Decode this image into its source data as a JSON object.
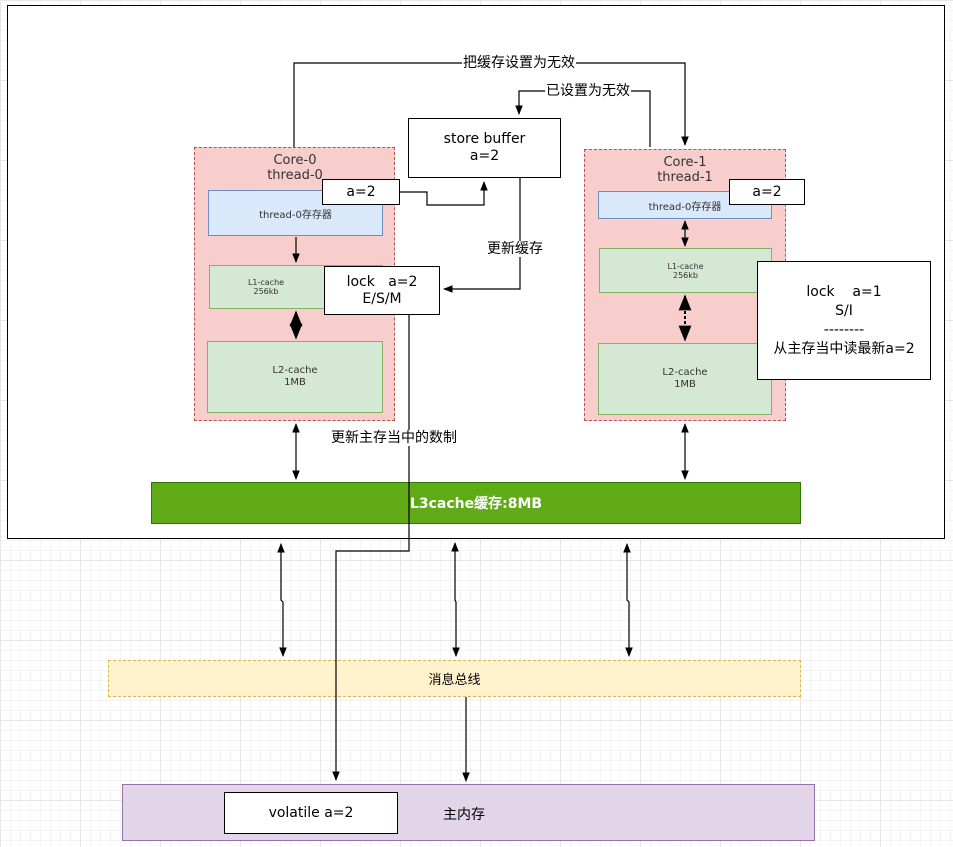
{
  "core0": {
    "title_line1": "Core-0",
    "title_line2": "thread-0",
    "register_label": "thread-0存存器",
    "register_value": "a=2",
    "l1_line1": "L1-cache",
    "l1_line2": "256kb",
    "l1_state_line1": "lock   a=2",
    "l1_state_line2": "E/S/M",
    "l2_line1": "L2-cache",
    "l2_line2": "1MB"
  },
  "core1": {
    "title_line1": "Core-1",
    "title_line2": "thread-1",
    "register_label": "thread-0存存器",
    "register_value": "a=2",
    "l1_line1": "L1-cache",
    "l1_line2": "256kb",
    "l2_line1": "L2-cache",
    "l2_line2": "1MB",
    "note_line1": "lock    a=1",
    "note_line2": "S/I",
    "note_line3": "--------",
    "note_line4": "从主存当中读最新a=2"
  },
  "store_buffer": {
    "line1": "store buffer",
    "line2": "a=2"
  },
  "labels": {
    "invalidate": "把缓存设置为无效",
    "invalidated": "已设置为无效",
    "update_cache": "更新缓存",
    "update_memory": "更新主存当中的数制"
  },
  "l3": {
    "label": "L3cache缓存:8MB"
  },
  "bus": {
    "label": "消息总线"
  },
  "memory": {
    "label": "主内存",
    "volatile_value": "volatile a=2"
  },
  "colors": {
    "core_fill": "#f8cecc",
    "register_fill": "#dae8fc",
    "cache_fill": "#d5e8d4",
    "l3_fill": "#60a917",
    "bus_fill": "#fff2cc",
    "memory_fill": "#e1d5e7"
  }
}
